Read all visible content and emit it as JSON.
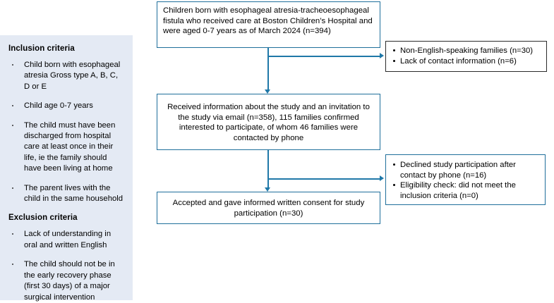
{
  "sidebar": {
    "inclusion_heading": "Inclusion criteria",
    "inclusion_items": [
      "Child born with esophageal atresia Gross type A, B, C, D or E",
      "Child age 0-7 years",
      "The child must have been discharged from hospital care at least once in their life, ie the family should have been living at home",
      "The parent lives with the child in the same household"
    ],
    "exclusion_heading": "Exclusion criteria",
    "exclusion_items": [
      "Lack of understanding in oral and written English",
      "The child should not be in the early recovery phase (first 30 days) of a major surgical intervention"
    ]
  },
  "flow": {
    "enrolled": "Children born with esophageal atresia-tracheoesophageal fistula who received care at Boston Children’s Hospital and were aged 0-7 years as of March 2024 (n=394)",
    "invited": "Received information about the study and an invitation to the study via email (n=358), 115 families confirmed interested to participate, of whom 46 families were contacted by phone",
    "consent": "Accepted and gave informed written consent for study participation (n=30)",
    "excluded_top": [
      "Non-English-speaking families (n=30)",
      "Lack of contact information (n=6)"
    ],
    "excluded_bottom": [
      "Declined study participation after contact by phone (n=16)",
      "Eligibility check: did not meet the inclusion criteria (n=0)"
    ]
  },
  "colors": {
    "box_border": "#1f6f9b",
    "box_border_dark": "#2b2b2b",
    "connector": "#1f78a8",
    "panel_background": "#e4eaf4"
  }
}
